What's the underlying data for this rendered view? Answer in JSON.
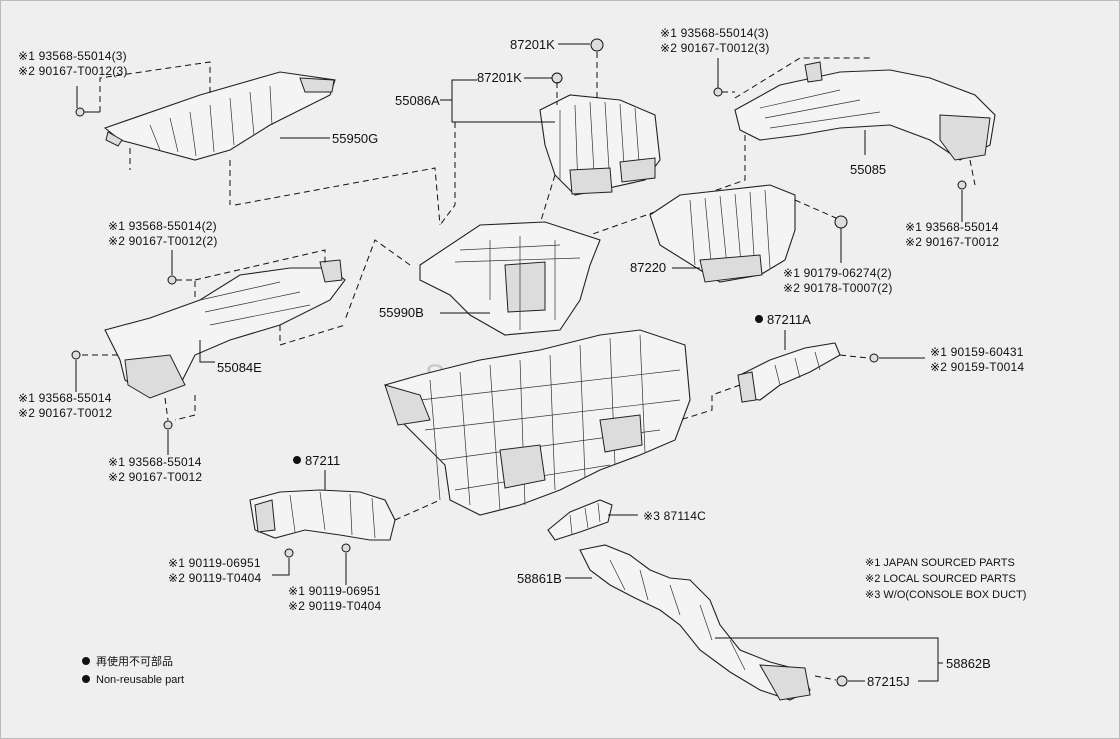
{
  "watermark": "Sedanviet.vn",
  "labels": {
    "p55950g": "55950G",
    "p55950g_n1": "※1 93568-55014(3)",
    "p55950g_n2": "※2 90167-T0012(3)",
    "p87201k_a": "87201K",
    "p87201k_b": "87201K",
    "p55086a": "55086A",
    "p55085": "55085",
    "p55085_n1": "※1 93568-55014(3)",
    "p55085_n2": "※2 90167-T0012(3)",
    "p55085_b1": "※1 93568-55014",
    "p55085_b2": "※2 90167-T0012",
    "p87220": "87220",
    "p87220_n1": "※1 90179-06274(2)",
    "p87220_n2": "※2 90178-T0007(2)",
    "p55084e_n1": "※1 93568-55014(2)",
    "p55084e_n2": "※2 90167-T0012(2)",
    "p55084e": "55084E",
    "p55084e_l1": "※1 93568-55014",
    "p55084e_l2": "※2 90167-T0012",
    "p55084e_m1": "※1 93568-55014",
    "p55084e_m2": "※2 90167-T0012",
    "p55990b": "55990B",
    "p87211a": "87211A",
    "p87211a_n1": "※1 90159-60431",
    "p87211a_n2": "※2 90159-T0014",
    "p87211": "87211",
    "p87211_l1": "※1 90119-06951",
    "p87211_l2": "※2 90119-T0404",
    "p87211_m1": "※1 90119-06951",
    "p87211_m2": "※2 90119-T0404",
    "p87114c": "※3 87114C",
    "p58861b": "58861B",
    "p58862b": "58862B",
    "p87215j": "87215J"
  },
  "notes": [
    "※1 JAPAN SOURCED PARTS",
    "※2 LOCAL SOURCED PARTS",
    "※3 W/O(CONSOLE BOX DUCT)"
  ],
  "legend": {
    "jp": "再使用不可部品",
    "en": "Non-reusable part"
  }
}
